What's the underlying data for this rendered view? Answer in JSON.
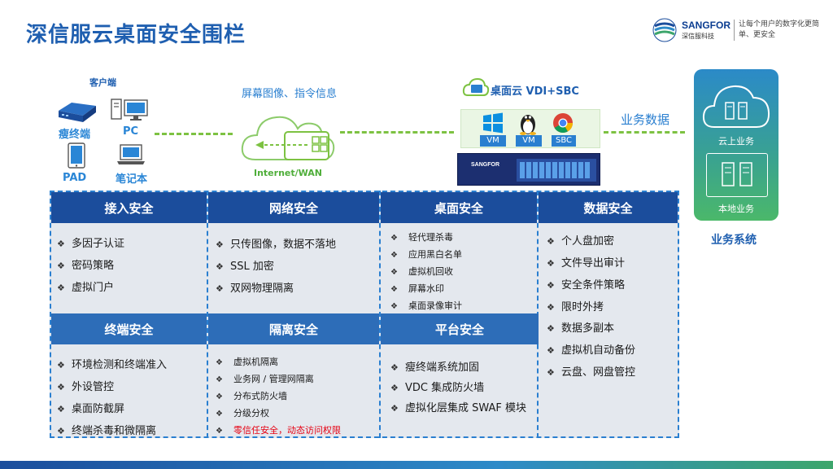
{
  "title": "深信服云桌面安全围栏",
  "logo": {
    "en": "SANGFOR",
    "cn": "深信服科技",
    "slogan": "让每个用户的数字化更简单、更安全"
  },
  "client": {
    "label": "客户端",
    "devices": [
      "瘦终端",
      "PC",
      "PAD",
      "笔记本"
    ]
  },
  "transport": {
    "screen_info": "屏幕图像、指令信息",
    "network": "Internet/WAN"
  },
  "datacenter": {
    "title": "桌面云 VDI+SBC",
    "vm_tags": [
      "VM",
      "VM",
      "SBC"
    ],
    "server_brand": "SANGFOR",
    "business_data": "业务数据"
  },
  "business": {
    "cloud": "云上业务",
    "local": "本地业务",
    "system": "业务系统"
  },
  "sections": {
    "access": {
      "title": "接入安全",
      "items": [
        "多因子认证",
        "密码策略",
        "虚拟门户"
      ]
    },
    "network": {
      "title": "网络安全",
      "items": [
        "只传图像，数据不落地",
        "SSL 加密",
        "双网物理隔离"
      ]
    },
    "desktop": {
      "title": "桌面安全",
      "items": [
        "轻代理杀毒",
        "应用黑白名单",
        "虚拟机回收",
        "屏幕水印",
        "桌面录像审计"
      ]
    },
    "data": {
      "title": "数据安全",
      "items": [
        "个人盘加密",
        "文件导出审计",
        "安全条件策略",
        "限时外拷",
        "数据多副本",
        "虚拟机自动备份",
        "云盘、网盘管控"
      ]
    },
    "terminal": {
      "title": "终端安全",
      "items": [
        "环境检测和终端准入",
        "外设管控",
        "桌面防截屏",
        "终端杀毒和微隔离"
      ]
    },
    "isolation": {
      "title": "隔离安全",
      "items": [
        "虚拟机隔离",
        "业务网 / 管理网隔离",
        "分布式防火墙",
        "分级分权",
        "零信任安全，动态访问权限"
      ]
    },
    "platform": {
      "title": "平台安全",
      "items": [
        "瘦终端系统加固",
        "VDC 集成防火墙",
        "虚拟化层集成 SWAF 模块"
      ]
    }
  },
  "bullet": "❖",
  "colors": {
    "title_blue": "#1f5fb0",
    "header_dark": "#1b4d9c",
    "header_mid": "#2d6db8",
    "dash_green": "#7dc242",
    "highlight_red": "#e60012"
  }
}
